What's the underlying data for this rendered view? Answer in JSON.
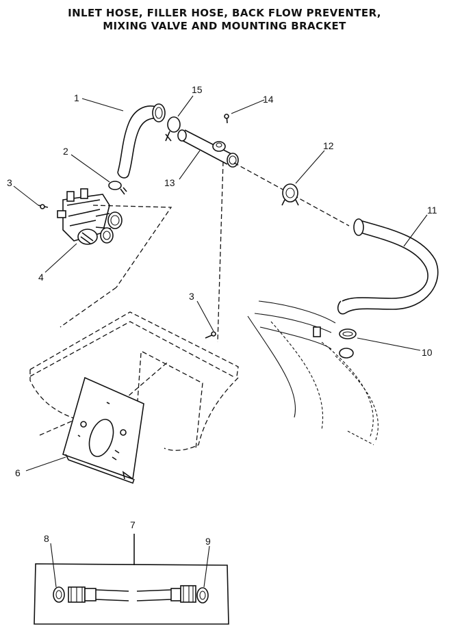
{
  "title": {
    "line1": "INLET HOSE, FILLER HOSE, BACK FLOW PREVENTER,",
    "line2": "MIXING VALVE AND MOUNTING BRACKET"
  },
  "callouts": {
    "p1": "1",
    "p2": "2",
    "p3a": "3",
    "p3b": "3",
    "p4": "4",
    "p6": "6",
    "p7": "7",
    "p8": "8",
    "p9": "9",
    "p10": "10",
    "p11": "11",
    "p12": "12",
    "p13": "13",
    "p14": "14",
    "p15": "15"
  }
}
